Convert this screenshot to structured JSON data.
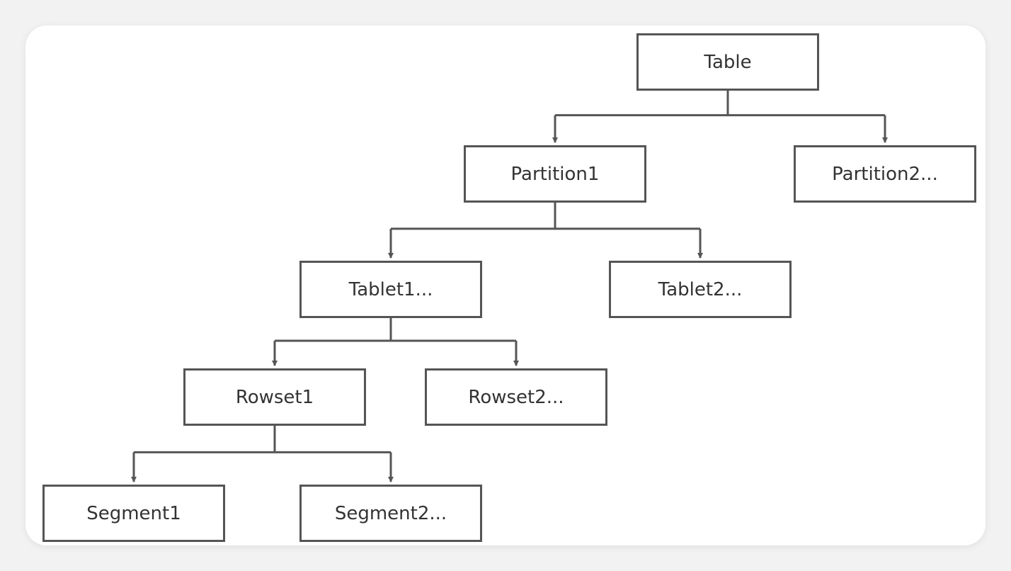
{
  "diagram": {
    "nodes": {
      "table": "Table",
      "partition1": "Partition1",
      "partition2": "Partition2...",
      "tablet1": "Tablet1...",
      "tablet2": "Tablet2...",
      "rowset1": "Rowset1",
      "rowset2": "Rowset2...",
      "segment1": "Segment1",
      "segment2": "Segment2..."
    },
    "edges": [
      [
        "table",
        "partition1"
      ],
      [
        "table",
        "partition2"
      ],
      [
        "partition1",
        "tablet1"
      ],
      [
        "partition1",
        "tablet2"
      ],
      [
        "tablet1",
        "rowset1"
      ],
      [
        "tablet1",
        "rowset2"
      ],
      [
        "rowset1",
        "segment1"
      ],
      [
        "rowset1",
        "segment2"
      ]
    ],
    "colors": {
      "stroke": "#555555",
      "text": "#333333",
      "card": "#ffffff",
      "background": "#f2f2f2"
    }
  }
}
